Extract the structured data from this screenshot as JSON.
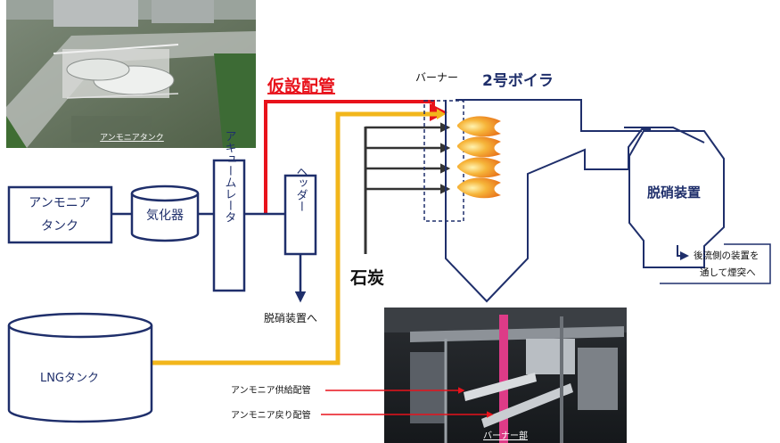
{
  "labels": {
    "temporary_pipe": "仮設配管",
    "burner": "バーナー",
    "boiler": "2号ボイラ",
    "ammonia_tank_line1": "アンモニア",
    "ammonia_tank_line2": "タンク",
    "vaporizer": "気化器",
    "accumulator": "アキュームレータ",
    "header": "ヘッダー",
    "to_denox": "脱硝装置へ",
    "coal": "石炭",
    "denox": "脱硝装置",
    "downstream_line1": "後流側の装置を",
    "downstream_line2": "通して煙突へ",
    "lng_tank": "LNGタンク",
    "supply_pipe": "アンモニア供給配管",
    "return_pipe": "アンモニア戻り配管"
  },
  "photos": {
    "top_caption": "アンモニアタンク",
    "bottom_caption": "バーナー部"
  },
  "colors": {
    "navy": "#1f2f6b",
    "red_pipe": "#e8121b",
    "yellow_pipe": "#f2b61b",
    "flame": "#f39a1c"
  }
}
